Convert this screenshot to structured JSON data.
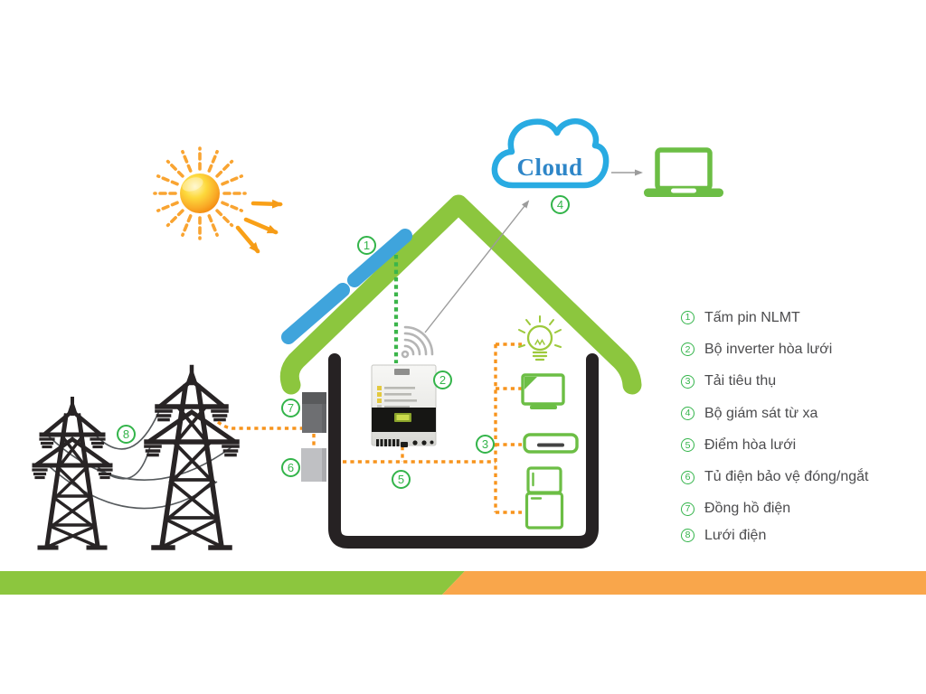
{
  "cloud": {
    "label": "Cloud"
  },
  "legend": {
    "items": [
      {
        "num": "1",
        "label": "Tấm pin NLMT"
      },
      {
        "num": "2",
        "label": "Bộ inverter hòa lưới"
      },
      {
        "num": "3",
        "label": "Tải tiêu thụ"
      },
      {
        "num": "4",
        "label": "Bộ giám sát từ xa"
      },
      {
        "num": "5",
        "label": "Điểm hòa lưới"
      },
      {
        "num": "6",
        "label": "Tủ điện bảo vệ đóng/ngắt"
      },
      {
        "num": "7",
        "label": "Đồng hồ điện"
      },
      {
        "num": "8",
        "label": "Lưới điện"
      }
    ]
  },
  "colors": {
    "roof_green": "#8CC63E",
    "icon_green": "#6CBE45",
    "dotted_green": "#3BB54A",
    "marker_green": "#33b44a",
    "panel_blue": "#3FA4DC",
    "cloud_blue": "#29ABE2",
    "cloud_text_blue": "#2e86c8",
    "dotted_orange": "#F7941D",
    "stripe_orange": "#F9A64B",
    "sun_orange": "#F9A431",
    "ink_black": "#282425",
    "text_gray": "#4c4c4e"
  }
}
